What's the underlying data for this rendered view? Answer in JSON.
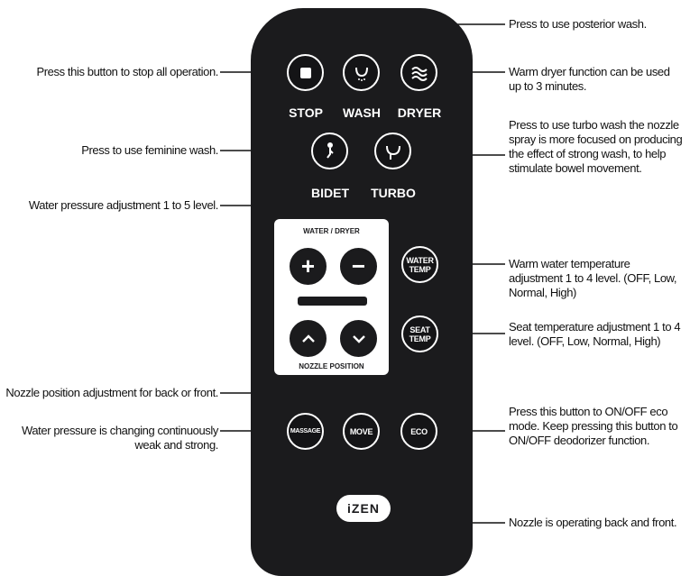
{
  "remote": {
    "buttons": {
      "stop": "STOP",
      "wash": "WASH",
      "dryer": "DRYER",
      "bidet": "BIDET",
      "turbo": "TURBO",
      "water_temp": "WATER TEMP",
      "seat_temp": "SEAT TEMP",
      "massage": "MASSAGE",
      "move": "MOVE",
      "eco": "ECO",
      "plus": "+",
      "minus": "−"
    },
    "panel": {
      "water_dryer": "WATER / DRYER",
      "nozzle_position": "NOZZLE POSITION"
    },
    "logo": "iZEN"
  },
  "icons": {
    "stop": "square-stop-icon",
    "wash": "posterior-wash-icon",
    "dryer": "wavy-air-icon",
    "bidet": "feminine-wash-icon",
    "turbo": "turbo-nozzle-icon",
    "up": "chevron-up-icon",
    "down": "chevron-down-icon"
  },
  "annotations": {
    "stop": "Press this button to stop all operation.",
    "wash": "Press to use posterior wash.",
    "dryer": "Warm dryer function can be used up to 3 minutes.",
    "bidet": "Press to use feminine wash.",
    "turbo": "Press to use turbo wash the nozzle spray is more focused on producing the effect of strong wash, to help stimulate bowel movement.",
    "pressure": "Water pressure adjustment 1 to 5 level.",
    "water_temp": "Warm water temperature adjustment 1 to 4 level. (OFF, Low, Normal, High)",
    "seat_temp": "Seat temperature adjustment 1 to 4 level. (OFF, Low, Normal, High)",
    "nozzle": "Nozzle position adjustment for back or front.",
    "eco": "Press this button to ON/OFF eco mode. Keep pressing this button to ON/OFF deodorizer function.",
    "massage": "Water pressure is changing continuously weak and strong.",
    "move": "Nozzle is operating back and front."
  },
  "colors": {
    "remote_body": "#1b1b1d",
    "button_ring": "#ffffff",
    "text": "#111111"
  }
}
